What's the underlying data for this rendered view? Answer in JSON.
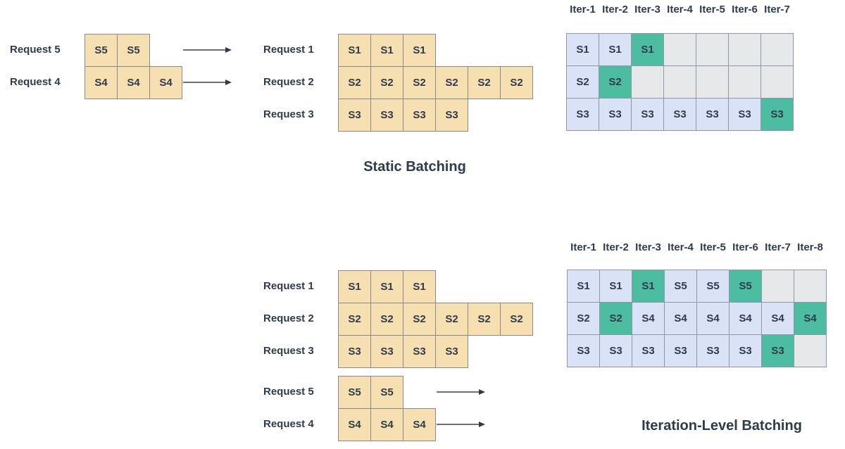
{
  "colors": {
    "prompt_cell": "#F6DFB1",
    "prompt_border": "#8A8A8A",
    "processing_cell": "#D9E2F7",
    "completed_cell": "#4DBDA1",
    "idle_cell": "#E7E8EA",
    "grid_border": "#8E98A4",
    "text": "#2F3B4C",
    "arrow": "#707070",
    "arrowhead": "#2F3B4C"
  },
  "static_batching": {
    "title": "Static Batching",
    "waiting_requests": [
      {
        "label": "Request 5",
        "tokens": [
          "S5",
          "S5"
        ]
      },
      {
        "label": "Request 4",
        "tokens": [
          "S4",
          "S4",
          "S4"
        ]
      }
    ],
    "batch_requests": [
      {
        "label": "Request 1",
        "tokens": [
          "S1",
          "S1",
          "S1"
        ]
      },
      {
        "label": "Request 2",
        "tokens": [
          "S2",
          "S2",
          "S2",
          "S2",
          "S2",
          "S2"
        ]
      },
      {
        "label": "Request 3",
        "tokens": [
          "S3",
          "S3",
          "S3",
          "S3"
        ]
      }
    ],
    "iteration_grid": {
      "headers": [
        "Iter-1",
        "Iter-2",
        "Iter-3",
        "Iter-4",
        "Iter-5",
        "Iter-6",
        "Iter-7"
      ],
      "rows": [
        [
          {
            "t": "S1",
            "s": "processing"
          },
          {
            "t": "S1",
            "s": "processing"
          },
          {
            "t": "S1",
            "s": "completed"
          },
          {
            "t": "",
            "s": "idle"
          },
          {
            "t": "",
            "s": "idle"
          },
          {
            "t": "",
            "s": "idle"
          },
          {
            "t": "",
            "s": "idle"
          }
        ],
        [
          {
            "t": "S2",
            "s": "processing"
          },
          {
            "t": "S2",
            "s": "completed"
          },
          {
            "t": "",
            "s": "idle"
          },
          {
            "t": "",
            "s": "idle"
          },
          {
            "t": "",
            "s": "idle"
          },
          {
            "t": "",
            "s": "idle"
          },
          {
            "t": "",
            "s": "idle"
          }
        ],
        [
          {
            "t": "S3",
            "s": "processing"
          },
          {
            "t": "S3",
            "s": "processing"
          },
          {
            "t": "S3",
            "s": "processing"
          },
          {
            "t": "S3",
            "s": "processing"
          },
          {
            "t": "S3",
            "s": "processing"
          },
          {
            "t": "S3",
            "s": "processing"
          },
          {
            "t": "S3",
            "s": "completed"
          }
        ]
      ]
    }
  },
  "iteration_level_batching": {
    "title": "Iteration-Level Batching",
    "batch_requests": [
      {
        "label": "Request 1",
        "tokens": [
          "S1",
          "S1",
          "S1"
        ]
      },
      {
        "label": "Request 2",
        "tokens": [
          "S2",
          "S2",
          "S2",
          "S2",
          "S2",
          "S2"
        ]
      },
      {
        "label": "Request 3",
        "tokens": [
          "S3",
          "S3",
          "S3",
          "S3"
        ]
      }
    ],
    "waiting_requests": [
      {
        "label": "Request 5",
        "tokens": [
          "S5",
          "S5"
        ]
      },
      {
        "label": "Request 4",
        "tokens": [
          "S4",
          "S4",
          "S4"
        ]
      }
    ],
    "iteration_grid": {
      "headers": [
        "Iter-1",
        "Iter-2",
        "Iter-3",
        "Iter-4",
        "Iter-5",
        "Iter-6",
        "Iter-7",
        "Iter-8"
      ],
      "rows": [
        [
          {
            "t": "S1",
            "s": "processing"
          },
          {
            "t": "S1",
            "s": "processing"
          },
          {
            "t": "S1",
            "s": "completed"
          },
          {
            "t": "S5",
            "s": "processing"
          },
          {
            "t": "S5",
            "s": "processing"
          },
          {
            "t": "S5",
            "s": "completed"
          },
          {
            "t": "",
            "s": "idle"
          },
          {
            "t": "",
            "s": "idle"
          }
        ],
        [
          {
            "t": "S2",
            "s": "processing"
          },
          {
            "t": "S2",
            "s": "completed"
          },
          {
            "t": "S4",
            "s": "processing"
          },
          {
            "t": "S4",
            "s": "processing"
          },
          {
            "t": "S4",
            "s": "processing"
          },
          {
            "t": "S4",
            "s": "processing"
          },
          {
            "t": "S4",
            "s": "processing"
          },
          {
            "t": "S4",
            "s": "completed"
          }
        ],
        [
          {
            "t": "S3",
            "s": "processing"
          },
          {
            "t": "S3",
            "s": "processing"
          },
          {
            "t": "S3",
            "s": "processing"
          },
          {
            "t": "S3",
            "s": "processing"
          },
          {
            "t": "S3",
            "s": "processing"
          },
          {
            "t": "S3",
            "s": "processing"
          },
          {
            "t": "S3",
            "s": "completed"
          },
          {
            "t": "",
            "s": "idle"
          }
        ]
      ]
    }
  }
}
